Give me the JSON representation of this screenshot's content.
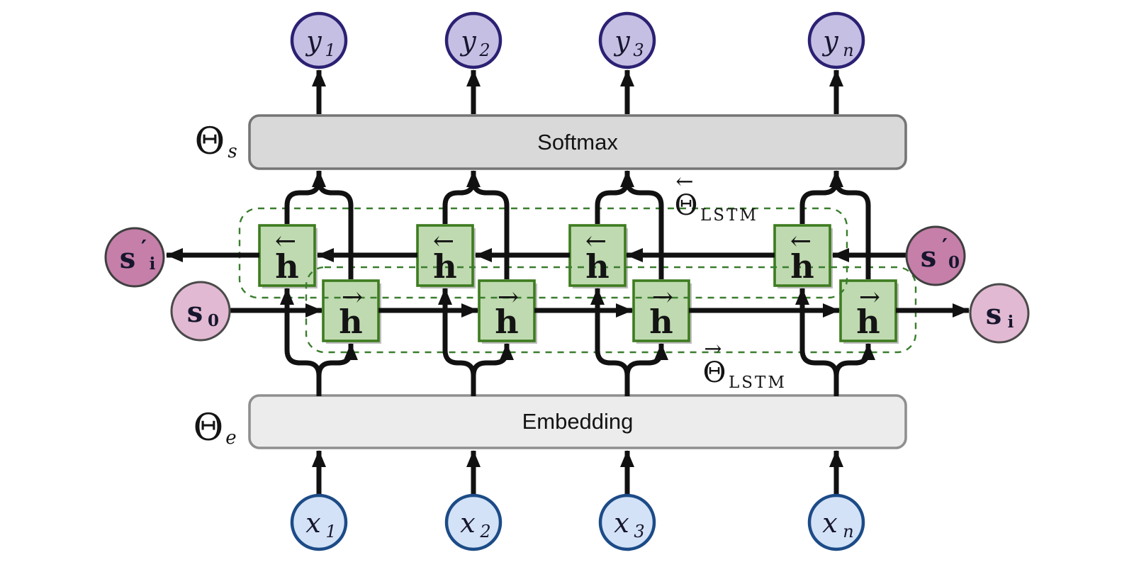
{
  "layers": {
    "softmax": "Softmax",
    "embedding": "Embedding"
  },
  "params": {
    "theta_softmax": {
      "main": "Θ",
      "sub": "s"
    },
    "theta_embedding": {
      "main": "Θ",
      "sub": "e"
    },
    "theta_lstm_backward": {
      "arrow": "←",
      "main": "Θ",
      "sub": "LSTM"
    },
    "theta_lstm_forward": {
      "arrow": "→",
      "main": "Θ",
      "sub": "LSTM"
    }
  },
  "nodes": {
    "outputs": [
      {
        "main": "y",
        "sub": "1"
      },
      {
        "main": "y",
        "sub": "2"
      },
      {
        "main": "y",
        "sub": "3"
      },
      {
        "main": "y",
        "sub": "n"
      }
    ],
    "inputs": [
      {
        "main": "x",
        "sub": "1"
      },
      {
        "main": "x",
        "sub": "2"
      },
      {
        "main": "x",
        "sub": "3"
      },
      {
        "main": "x",
        "sub": "n"
      }
    ],
    "states": {
      "s_prime_i": {
        "main": "s",
        "prime": "′",
        "sub": "i"
      },
      "s_zero": {
        "main": "s",
        "sub": "0"
      },
      "s_prime_zero": {
        "main": "s",
        "prime": "′",
        "sub": "0"
      },
      "s_i": {
        "main": "s",
        "sub": "i"
      }
    },
    "cell_backward": {
      "arrow": "←",
      "letter": "h"
    },
    "cell_forward": {
      "arrow": "→",
      "letter": "h"
    }
  },
  "colors": {
    "output_fill": "#c6bfe4",
    "output_stroke": "#2b2173",
    "input_fill": "#d3e2f6",
    "input_stroke": "#1c4b87",
    "state_dark_fill": "#c57fa9",
    "state_light_fill": "#e2b9d2",
    "cell_fill": "#bfdab0",
    "cell_stroke": "#3e7c20",
    "dashed_box": "#3a7d2e",
    "softmax_bar": "#d9d9d9",
    "embedding_bar": "#ececec",
    "wire": "#111111"
  }
}
